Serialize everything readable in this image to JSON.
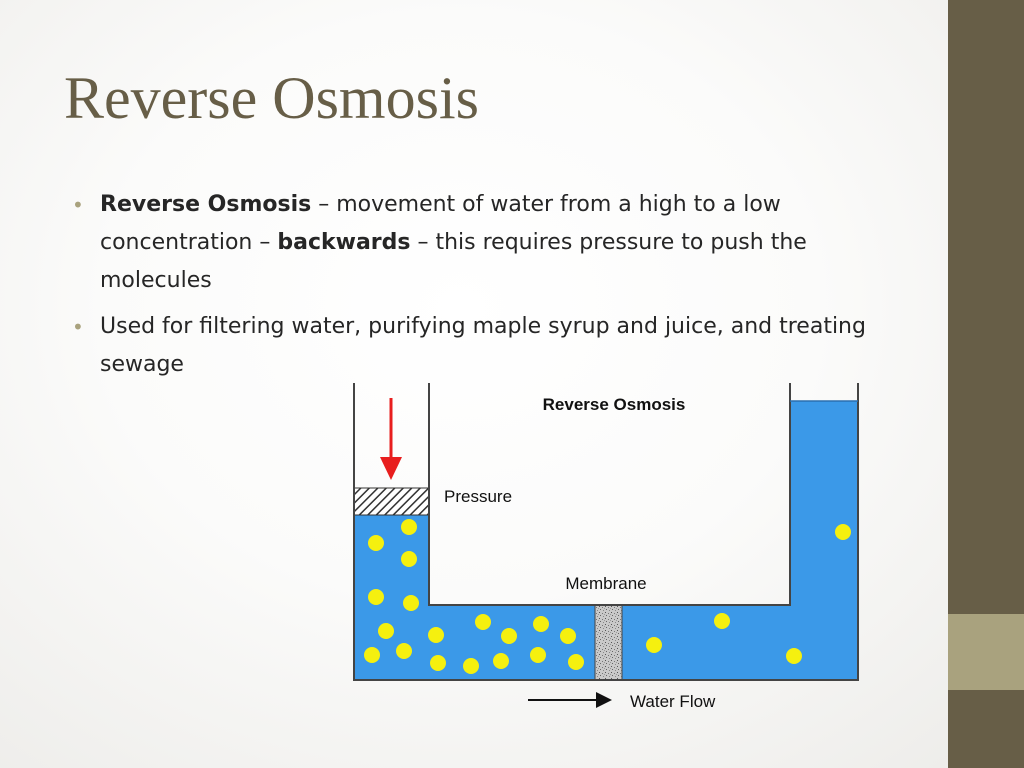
{
  "slide": {
    "title": "Reverse Osmosis",
    "bullets": [
      {
        "term": "Reverse Osmosis",
        "sep1": " – movement of water from a high to a low concentration – ",
        "emphasis": "backwards",
        "rest": " – this requires pressure to push the molecules"
      },
      {
        "text": "Used for filtering water, purifying maple syrup and juice, and treating sewage"
      }
    ]
  },
  "diagram": {
    "title": "Reverse Osmosis",
    "pressure_label": "Pressure",
    "membrane_label": "Membrane",
    "water_flow_label": "Water Flow"
  },
  "colors": {
    "title": "#675e47",
    "sidebar_dark": "#675e47",
    "sidebar_accent": "#a9a27e",
    "bullet": "#a9a27e",
    "water": "#3b99e8",
    "particles": "#f5f00f",
    "pressure_arrow": "#e81e1e"
  }
}
